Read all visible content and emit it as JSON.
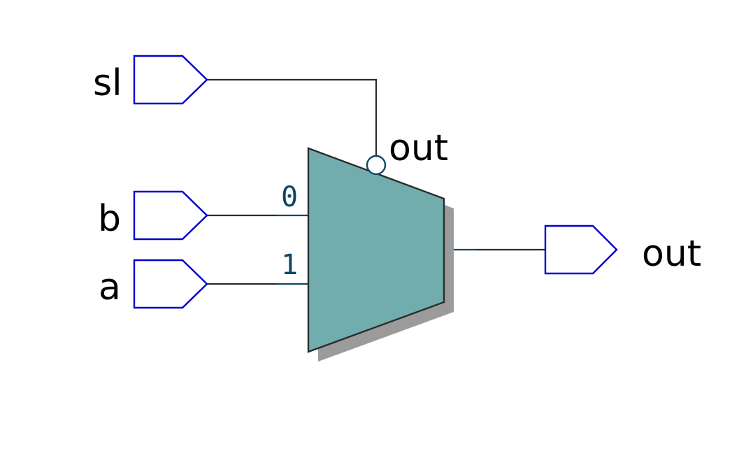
{
  "schematic": {
    "inputs": {
      "sl": {
        "label": "sl"
      },
      "b": {
        "label": "b"
      },
      "a": {
        "label": "a"
      }
    },
    "output": {
      "label": "out"
    },
    "mux": {
      "output_pin_label": "out",
      "input_pins": [
        "0",
        "1"
      ]
    },
    "colors": {
      "mux_fill": "#72adae",
      "mux_shadow": "#9b9b9b",
      "port_stroke": "#0000cc",
      "wire": "#2b2b2b",
      "pin_text": "#0e4566"
    }
  }
}
